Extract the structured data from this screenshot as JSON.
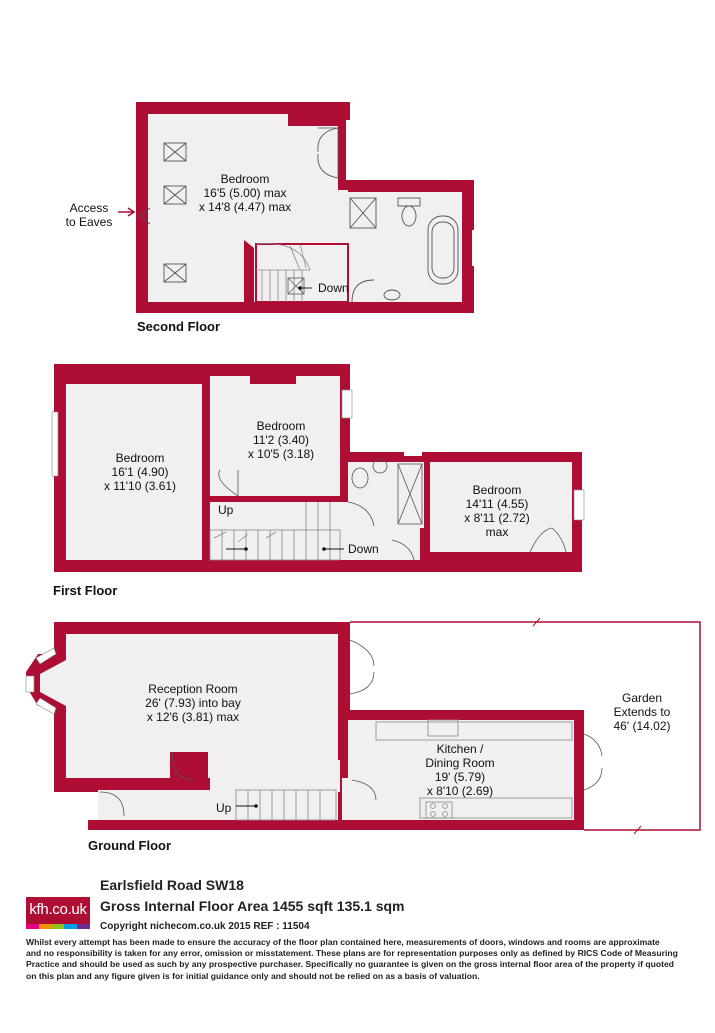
{
  "second_floor": {
    "title": "Second Floor",
    "bedroom_name": "Bedroom",
    "bedroom_dim1": "16'5 (5.00) max",
    "bedroom_dim2": "x 14'8 (4.47) max",
    "access1": "Access",
    "access2": "to Eaves",
    "down": "Down"
  },
  "first_floor": {
    "title": "First Floor",
    "bed1_name": "Bedroom",
    "bed1_dim1": "16'1 (4.90)",
    "bed1_dim2": "x 11'10 (3.61)",
    "bed2_name": "Bedroom",
    "bed2_dim1": "11'2 (3.40)",
    "bed2_dim2": "x 10'5 (3.18)",
    "bed3_name": "Bedroom",
    "bed3_dim1": "14'11 (4.55)",
    "bed3_dim2": "x 8'11 (2.72)",
    "bed3_dim3": "max",
    "up": "Up",
    "down": "Down"
  },
  "ground_floor": {
    "title": "Ground Floor",
    "reception_name": "Reception Room",
    "reception_dim1": "26' (7.93) into bay",
    "reception_dim2": "x 12'6 (3.81) max",
    "kitchen_name1": "Kitchen /",
    "kitchen_name2": "Dining Room",
    "kitchen_dim1": "19' (5.79)",
    "kitchen_dim2": "x 8'10 (2.69)",
    "garden1": "Garden",
    "garden2": "Extends to",
    "garden3": "46' (14.02)",
    "up": "Up"
  },
  "footer": {
    "logo": "kfh.co.uk",
    "address": "Earlsfield Road  SW18",
    "area": "Gross Internal Floor Area 1455 sqft 135.1 sqm",
    "copyright": "Copyright nichecom.co.uk 2015 REF : 11504",
    "disclaimer": "Whilst every attempt has been made to ensure the accuracy of the floor plan contained here, measurements of doors, windows and rooms are approximate\nand no responsibility is taken for any error, omission or misstatement.  These plans are for representation purposes only as defined by RICS Code of Measuring\nPractice and should be used as such by any prospective purchaser.  Specifically no guarantee is given on the gross internal floor area of the property if quoted\non this plan and any figure given is for initial guidance only and should not be relied on as a basis of valuation."
  },
  "colors": {
    "wall": "#ae0e34",
    "floor": "#f1eff0",
    "logo_bar": [
      "#e5007d",
      "#f39200",
      "#95c11f",
      "#009fe3",
      "#6f2c91"
    ]
  }
}
